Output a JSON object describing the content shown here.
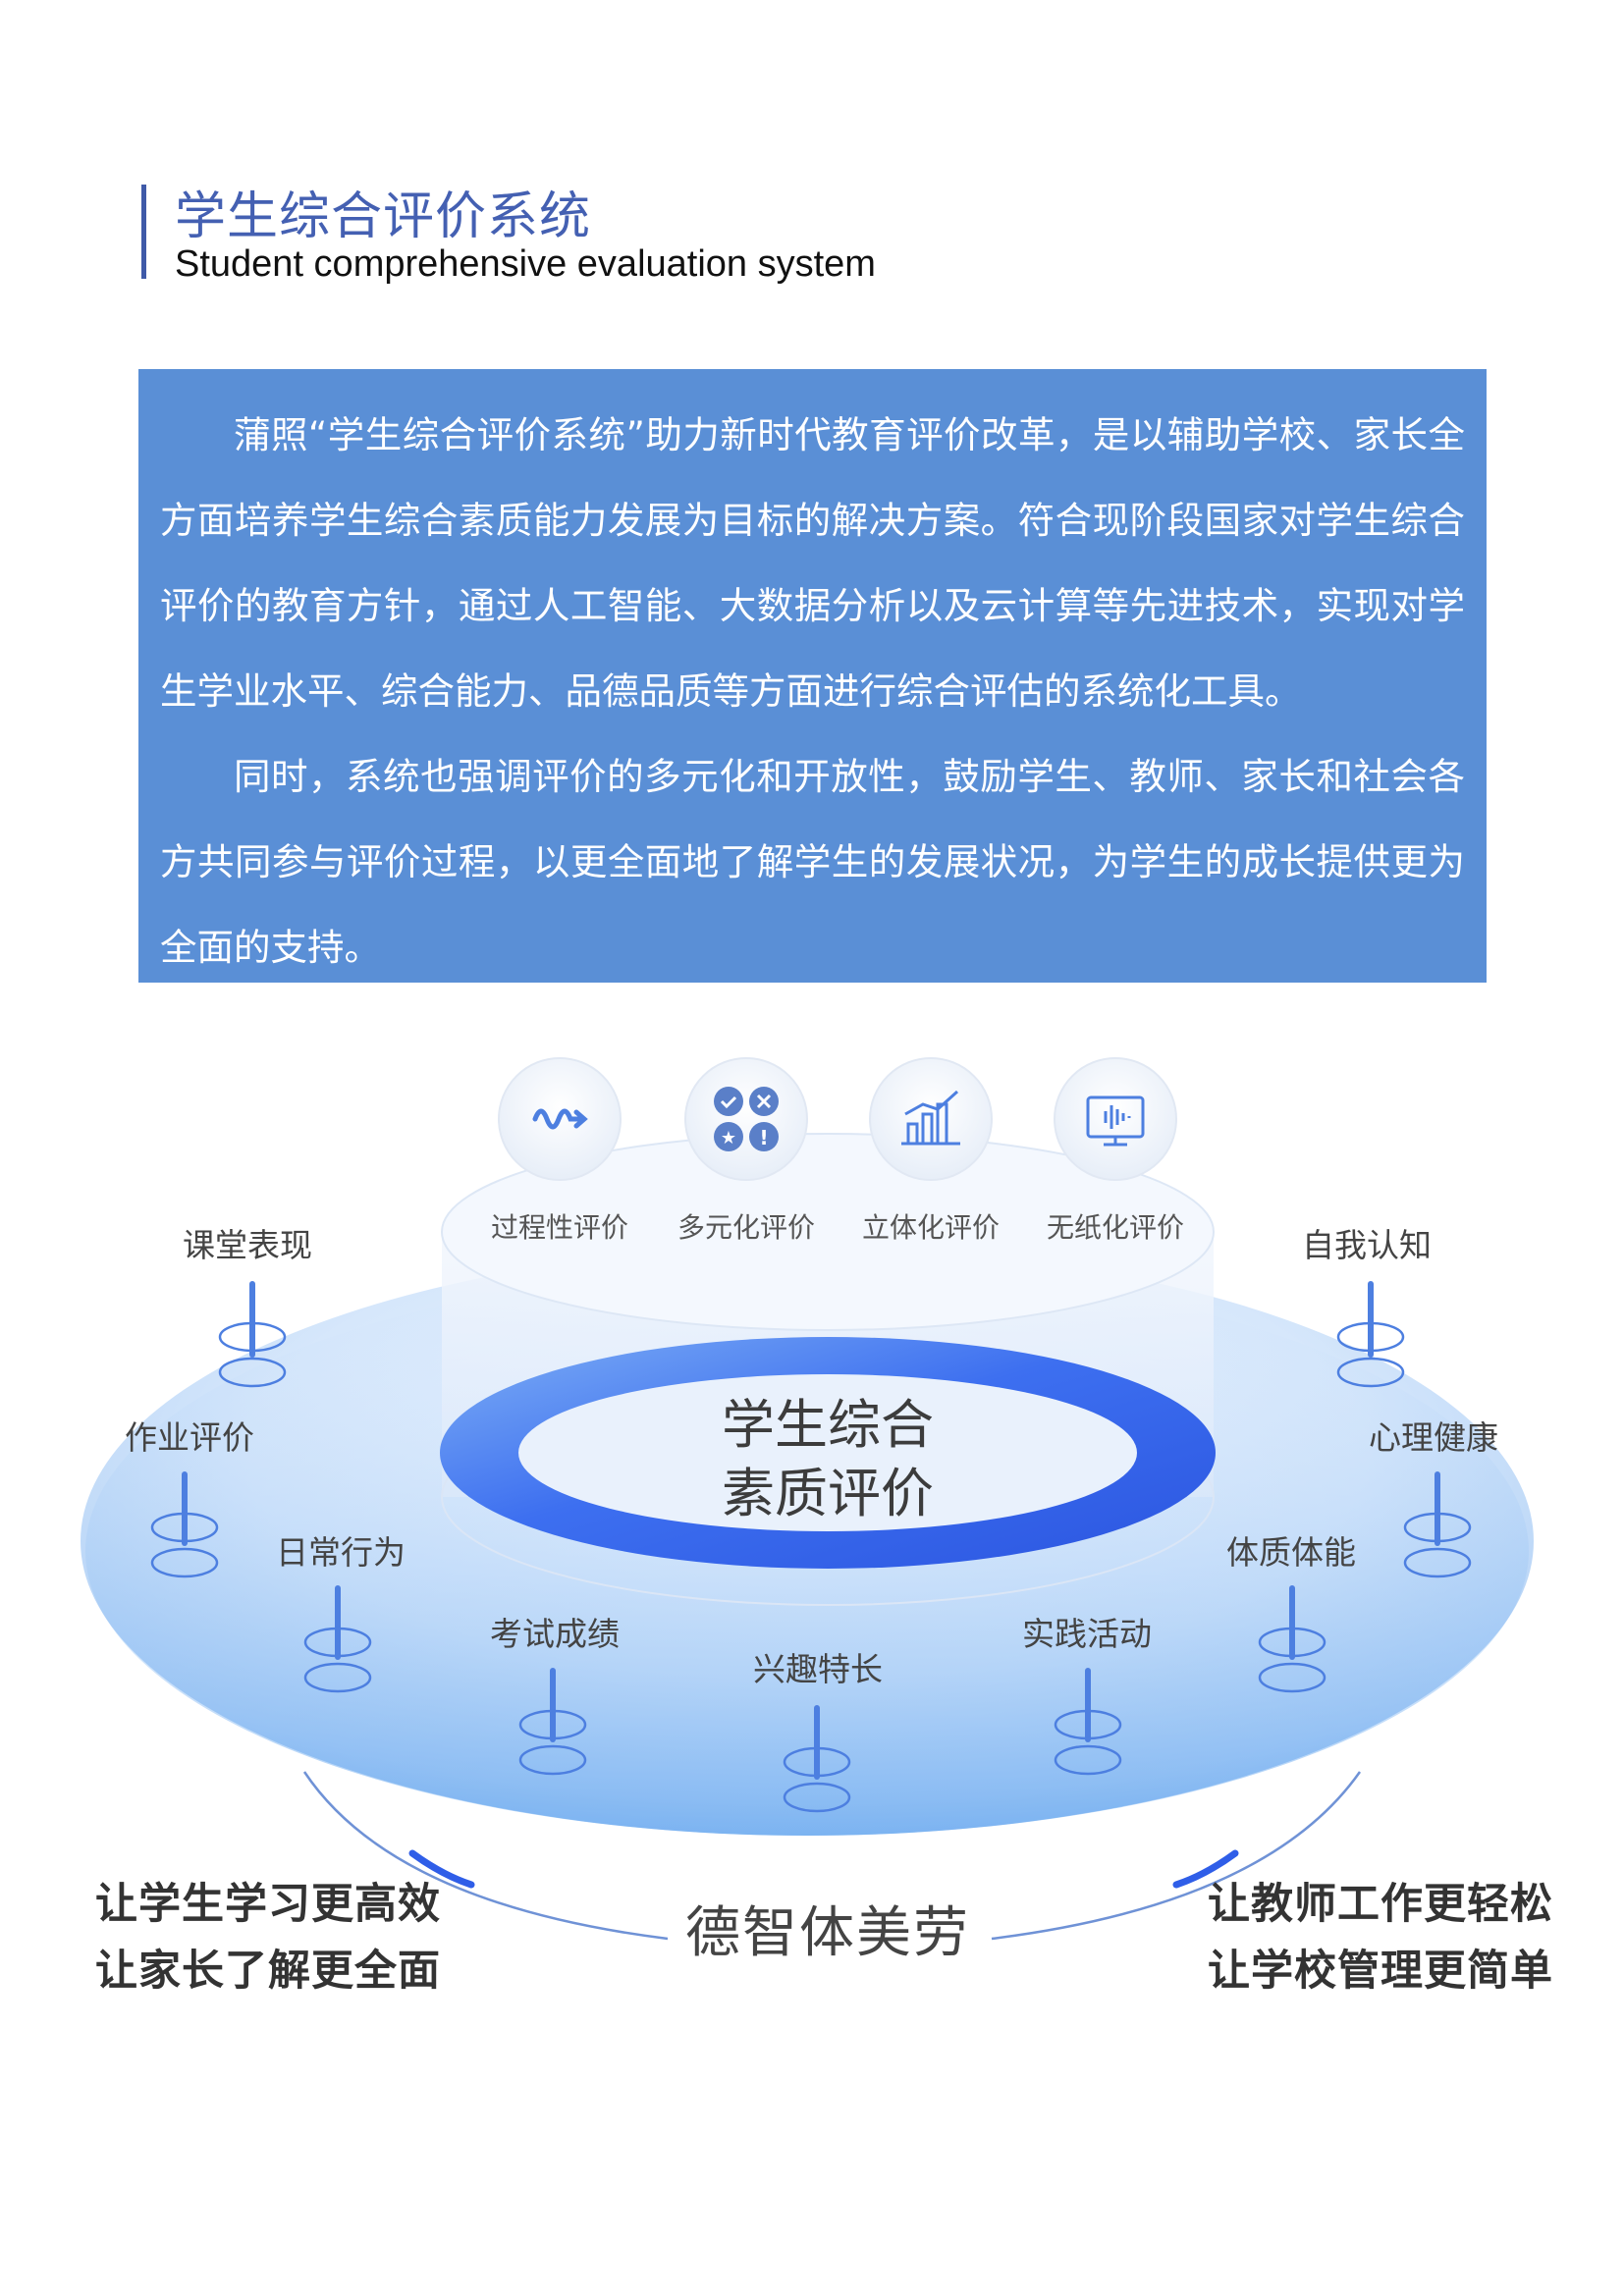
{
  "header": {
    "title": "学生综合评价系统",
    "subtitle": "Student comprehensive evaluation system"
  },
  "intro": {
    "paragraphs": [
      "蒲照“学生综合评价系统”助力新时代教育评价改革，是以辅助学校、家长全方面培养学生综合素质能力发展为目标的解决方案。符合现阶段国家对学生综合评价的教育方针，通过人工智能、大数据分析以及云计算等先进技术，实现对学生学业水平、综合能力、品德品质等方面进行综合评估的系统化工具。",
      "同时，系统也强调评价的多元化和开放性，鼓励学生、教师、家长和社会各方共同参与评价过程，以更全面地了解学生的发展状况，为学生的成长提供更为全面的支持。"
    ]
  },
  "diagram": {
    "top_icons": [
      {
        "icon": "wave-arrow-icon",
        "label": "过程性评价"
      },
      {
        "icon": "quadrant-symbols-icon",
        "label": "多元化评价"
      },
      {
        "icon": "bar-growth-icon",
        "label": "立体化评价"
      },
      {
        "icon": "monitor-waveform-icon",
        "label": "无纸化评价"
      }
    ],
    "center_line1": "学生综合",
    "center_line2": "素质评价",
    "pins": [
      "课堂表现",
      "作业评价",
      "日常行为",
      "考试成绩",
      "兴趣特长",
      "实践活动",
      "体质体能",
      "心理健康",
      "自我认知"
    ],
    "bottom_center": "德智体美劳",
    "left_lines": [
      "让学生学习更高效",
      "让家长了解更全面"
    ],
    "right_lines": [
      "让教师工作更轻松",
      "让学校管理更简单"
    ],
    "colors": {
      "accent": "#3f5aa8",
      "intro_bg": "#5a8fd6",
      "ring_dark": "#2f5ee8",
      "ring_light": "#6aa5f2",
      "ellipse_edge": "#b7d3f5",
      "pin_blue": "#4d7fe0"
    }
  }
}
